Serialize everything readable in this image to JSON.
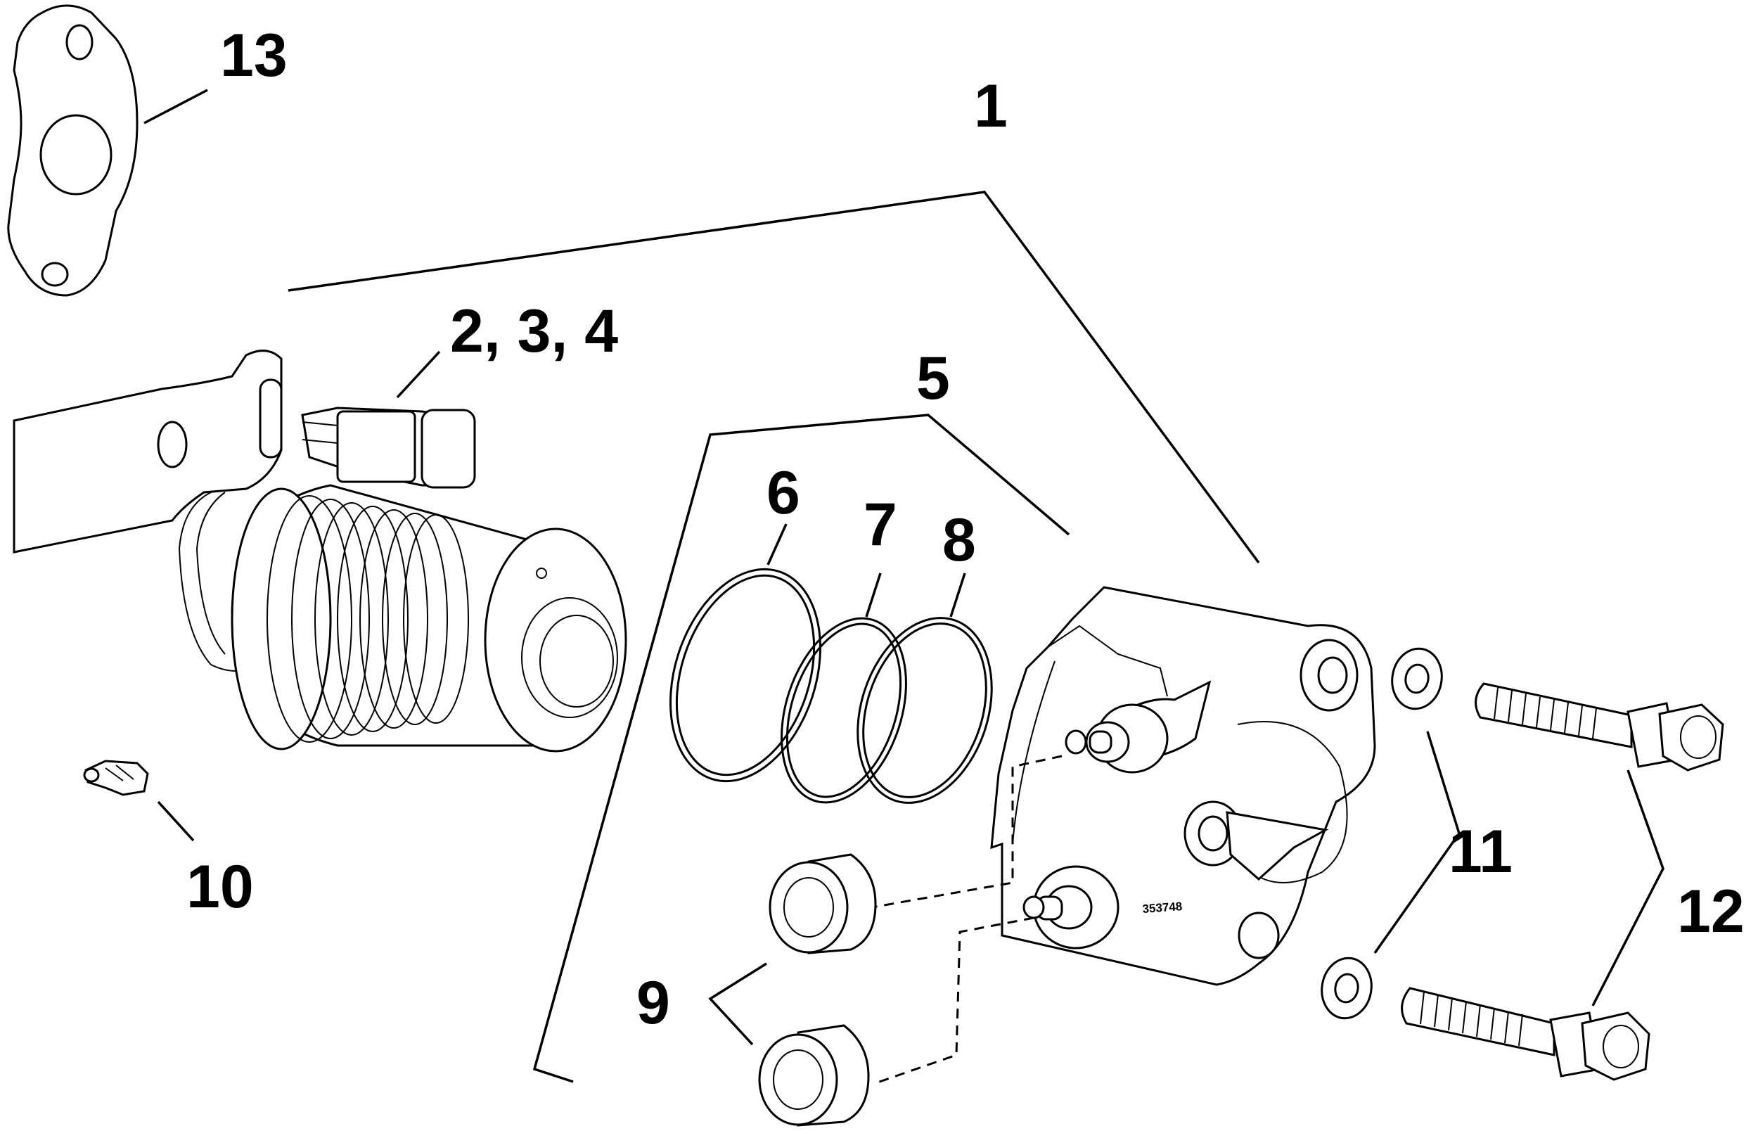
{
  "callouts": [
    {
      "id": "1",
      "text": "1"
    },
    {
      "id": "2-3-4",
      "text": "2, 3, 4"
    },
    {
      "id": "5",
      "text": "5"
    },
    {
      "id": "6",
      "text": "6"
    },
    {
      "id": "7",
      "text": "7"
    },
    {
      "id": "8",
      "text": "8"
    },
    {
      "id": "9",
      "text": "9"
    },
    {
      "id": "10",
      "text": "10"
    },
    {
      "id": "11",
      "text": "11"
    },
    {
      "id": "12",
      "text": "12"
    },
    {
      "id": "13",
      "text": "13"
    }
  ],
  "housing_stamp": "353748"
}
